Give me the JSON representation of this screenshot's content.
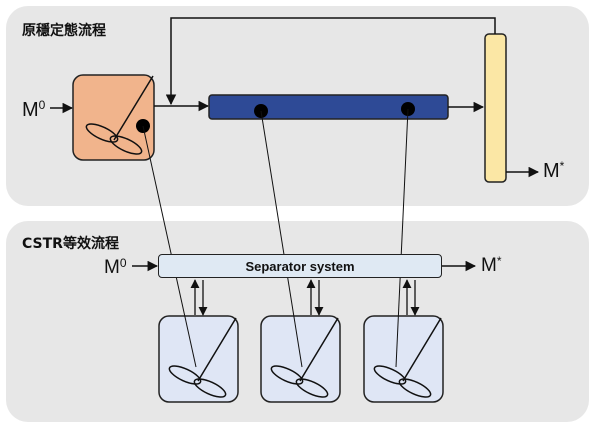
{
  "panels": {
    "top_title": "原穩定態流程",
    "bottom_title": "CSTR等效流程"
  },
  "labels": {
    "feed_top": "M",
    "feed_top_sup": "0",
    "product_top": "M",
    "product_top_sup": "*",
    "feed_bottom": "M",
    "feed_bottom_sup": "0",
    "product_bottom": "M",
    "product_bottom_sup": "*",
    "separator": "Separator system"
  },
  "colors": {
    "panel": "#e7e7e7",
    "cstr_reactor": "#f1b48c",
    "tubular_reactor": "#2e4a96",
    "separator_column": "#fbe7a5",
    "equivalent_cstr": "#dfe6f5",
    "separator_box": "#dfe9f3"
  }
}
